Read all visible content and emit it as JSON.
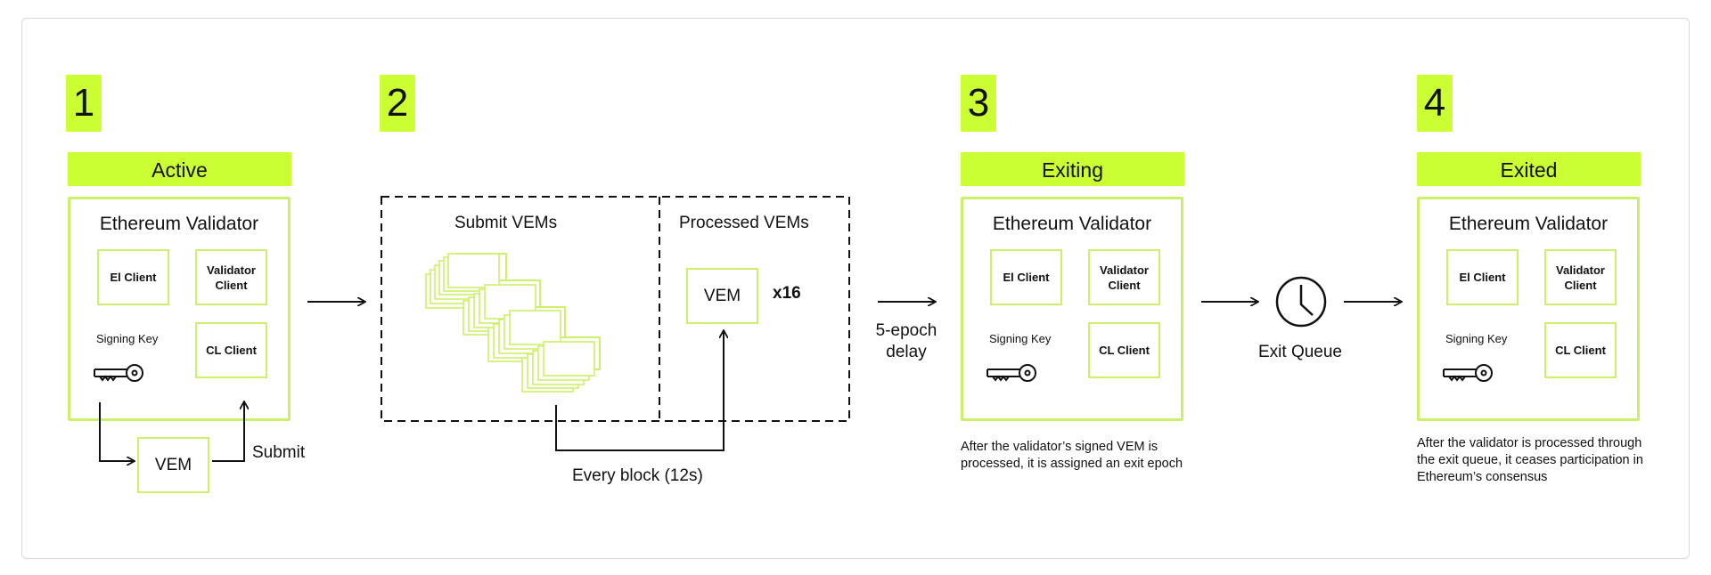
{
  "steps": [
    "1",
    "2",
    "3",
    "4"
  ],
  "stage_labels": {
    "active": "Active",
    "exiting": "Exiting",
    "exited": "Exited"
  },
  "validator": {
    "title": "Ethereum Validator",
    "el_client": "El Client",
    "validator_client": "Validator Client",
    "cl_client": "CL Client",
    "signing_key": "Signing Key"
  },
  "vem": "VEM",
  "submit": "Submit",
  "submit_vems": "Submit VEMs",
  "processed_vems": "Processed VEMs",
  "multiplier": "x16",
  "every_block": "Every block (12s)",
  "epoch_delay": "5-epoch delay",
  "exit_queue": "Exit Queue",
  "exiting_note": "After the validator’s signed VEM is processed, it is assigned an exit epoch",
  "exited_note": "After the validator is processed through the exit queue, it ceases participation in Ethereum’s consensus",
  "colors": {
    "accent": "#ccff33",
    "box_border": "#cdf06a"
  },
  "icons": [
    "key-icon",
    "clock-icon",
    "arrow-right-icon"
  ]
}
